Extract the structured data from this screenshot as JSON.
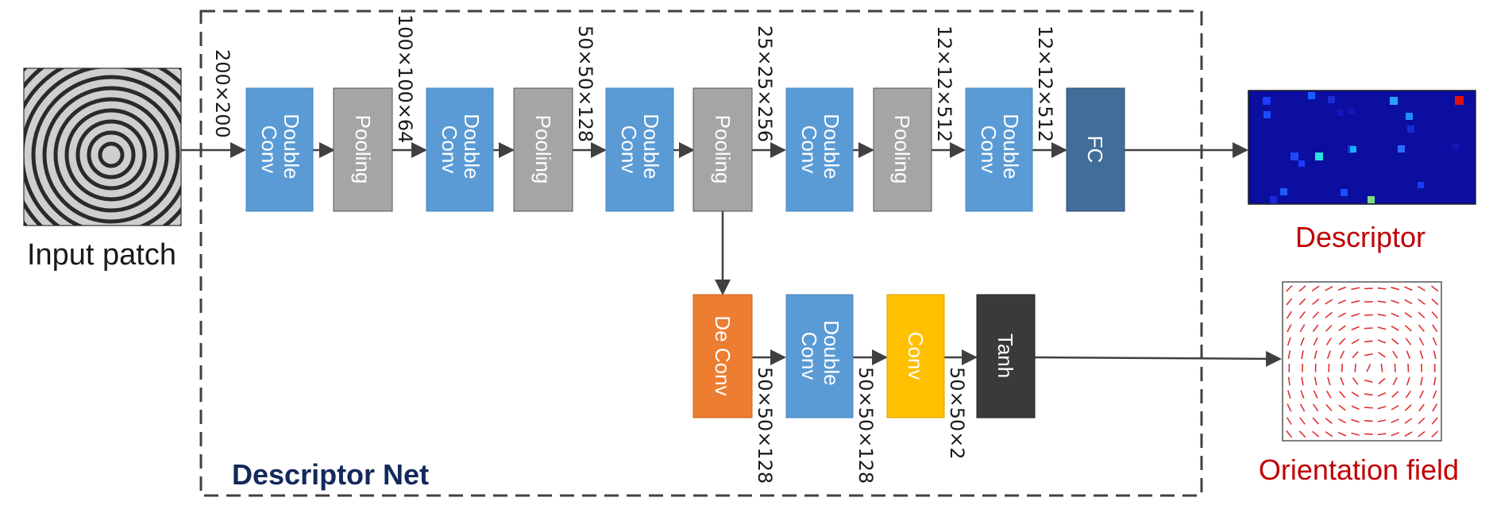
{
  "colors": {
    "double_conv": "#5b9bd5",
    "pooling": "#a5a5a5",
    "fc": "#416d99",
    "deconv": "#ed7d31",
    "conv": "#ffc000",
    "tanh": "#3a3a3a",
    "net_label": "#13295c",
    "output_label": "#c00000",
    "arrow": "#404040",
    "descriptor_bg": "#0b0e9e",
    "orientation_line": "#e03030"
  },
  "input": {
    "label": "Input patch"
  },
  "net": {
    "label": "Descriptor Net"
  },
  "blocks": {
    "b1": [
      "Double",
      "Conv"
    ],
    "b2": [
      "Pooling"
    ],
    "b3": [
      "Double",
      "Conv"
    ],
    "b4": [
      "Pooling"
    ],
    "b5": [
      "Double",
      "Conv"
    ],
    "b6": [
      "Pooling"
    ],
    "b7": [
      "Double",
      "Conv"
    ],
    "b8": [
      "Pooling"
    ],
    "b9": [
      "Double",
      "Conv"
    ],
    "b10": [
      "FC"
    ],
    "d1": [
      "De Conv"
    ],
    "d2": [
      "Double",
      "Conv"
    ],
    "d3": [
      "Conv"
    ],
    "d4": [
      "Tanh"
    ]
  },
  "dims": {
    "in": "200×200",
    "p1": "100×100×64",
    "p2": "50×50×128",
    "p3": "25×25×256",
    "p4": "12×12×512",
    "p5": "12×12×512",
    "d1": "50×50×128",
    "d2": "50×50×128",
    "d3": "50×50×2"
  },
  "outputs": {
    "descriptor": "Descriptor",
    "orientation": "Orientation field"
  }
}
